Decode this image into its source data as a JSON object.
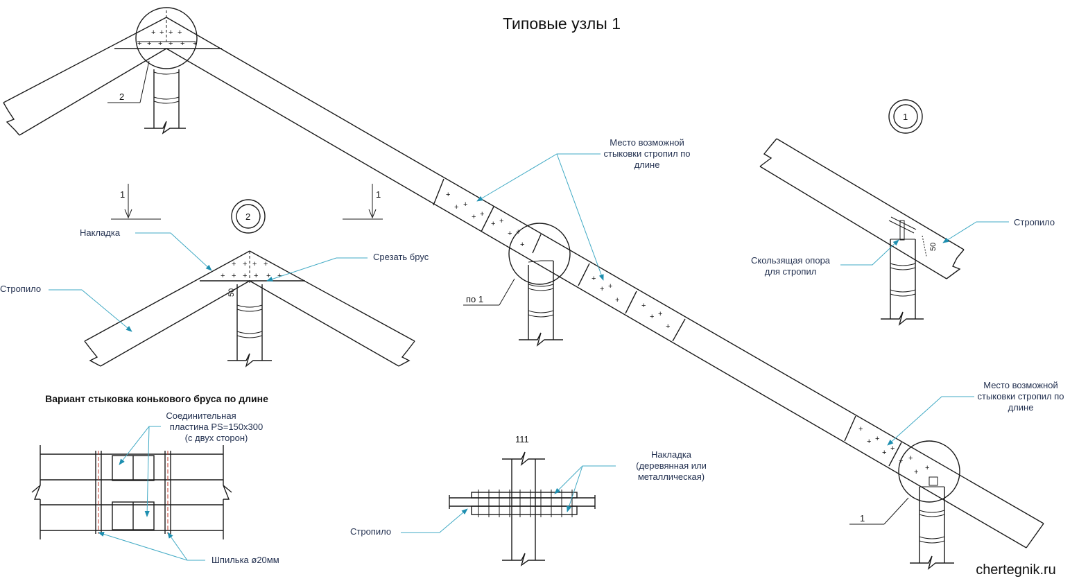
{
  "title": "Типовые узлы 1",
  "watermark": "chertegnik.ru",
  "ridge_callout": "2",
  "section_marks": [
    "1",
    "1"
  ],
  "node2": {
    "circle_label": "2",
    "nakladka": "Накладка",
    "srezat_brus": "Срезать брус",
    "stropilo": "Стропило",
    "dim_50": "50"
  },
  "joint_note_1": [
    "Место возможной",
    "стыковки стропил по",
    "длине"
  ],
  "joint_note_2": [
    "Место возможной",
    "стыковки стропил по",
    "длине"
  ],
  "po1_label": "по 1",
  "node1": {
    "circle_label": "1",
    "stropilo": "Стропило",
    "sliding_support": [
      "Скользящая опора",
      "для стропил"
    ],
    "dim_50": "50"
  },
  "bottom_callout_1": "1",
  "ridge_beam": {
    "heading": "Вариант стыковка конькового бруса по длине",
    "plate_note": [
      "Соединительная",
      "пластина PS=150x300",
      "(с двух сторон)"
    ],
    "stud_note": "Шпилька ø20мм"
  },
  "section_111": {
    "label": "111",
    "overlay_note": [
      "Накладка",
      "(деревянная или",
      "металлическая)"
    ],
    "stropilo": "Стропило"
  }
}
